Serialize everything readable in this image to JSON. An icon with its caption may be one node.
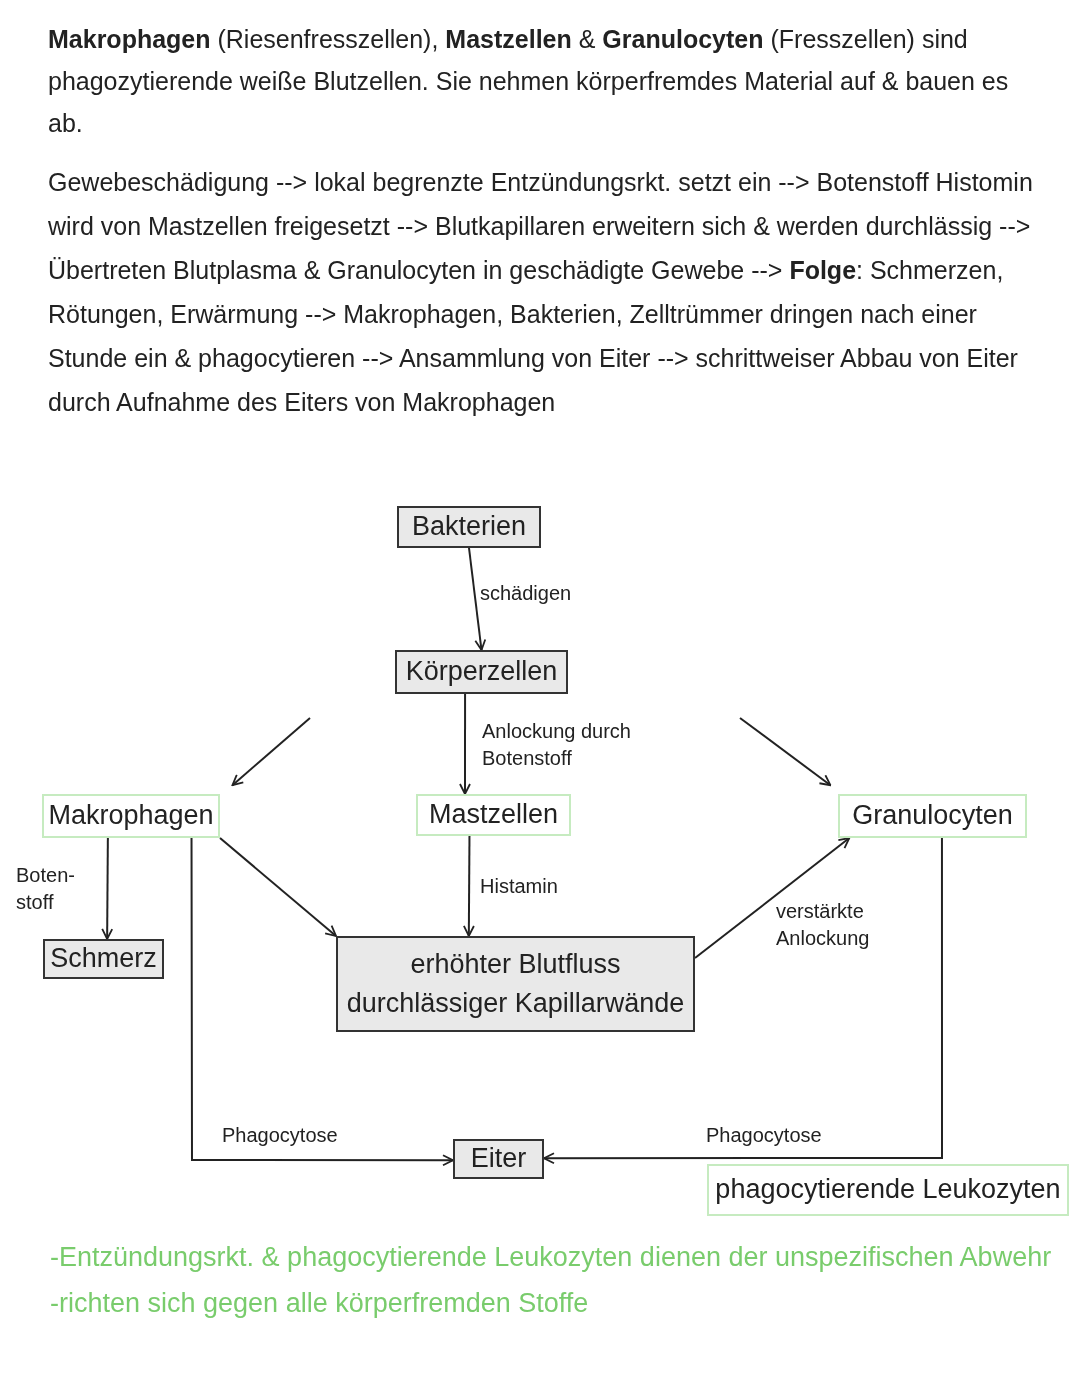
{
  "diagram": {
    "nodes": [
      {
        "text": [
          "Bakterien"
        ]
      },
      {
        "text": [
          "Körperzellen"
        ]
      },
      {
        "text": [
          "Makrophagen"
        ]
      },
      {
        "text": [
          "Mastzellen"
        ]
      },
      {
        "text": [
          "Granulocyten"
        ]
      },
      {
        "text": [
          "Schmerz"
        ]
      },
      {
        "text": [
          "erhöhter Blutfluss",
          "durchlässiger Kapillarwände"
        ]
      },
      {
        "text": [
          "Eiter"
        ]
      },
      {
        "text": [
          "phagocytierende Leukozyten"
        ]
      }
    ],
    "edges": [
      {
        "from": 0,
        "to": 1,
        "arrow": "to",
        "label": "schädigen"
      },
      {
        "from": null,
        "to": 2,
        "arrow": "to"
      },
      {
        "from": 1,
        "to": 3,
        "arrow": "to",
        "label": "Anlockung durch Botenstoff"
      },
      {
        "from": null,
        "to": 4,
        "arrow": "to"
      },
      {
        "from": 2,
        "to": 5,
        "arrow": "to",
        "label": "Boten- stoff"
      },
      {
        "from": 2,
        "to": 6,
        "arrow": "to"
      },
      {
        "from": 3,
        "to": 6,
        "arrow": "to",
        "label": "Histamin"
      },
      {
        "from": 6,
        "to": 4,
        "arrow": "to",
        "label": "verstärkte Anlockung"
      },
      {
        "from": 2,
        "to": 7,
        "arrow": "to",
        "label": "Phagocytose"
      },
      {
        "from": 4,
        "to": 7,
        "arrow": "to",
        "label": "Phagocytose"
      }
    ],
    "labels": [
      "**Makrophagen** (Riesenfresszellen), **Mastzellen** & **Granulocyten** (Fresszellen) sind phagozytierende weiße Blutzellen. Sie nehmen körperfremdes Material auf & bauen es ab.",
      "Gewebeschädigung --> lokal begrenzte Entzündungsrkt. setzt ein --> Botenstoff Histomin wird von Mastzellen freigesetzt --> Blutkapillaren erweitern sich & werden durchlässig --> Übertreten Blutplasma & Granulocyten in geschädigte Gewebe --> **Folge**: Schmerzen, Rötungen, Erwärmung --> Makrophagen, Bakterien, Zelltrümmer dringen nach einer Stunde ein & phagocytieren --> Ansammlung von Eiter --> schrittweiser Abbau von Eiter durch Aufnahme des Eiters von Makrophagen",
      "-Entzündungsrkt. & phagocytierende Leukozyten dienen der unspezifischen Abwehr",
      "-richten sich gegen alle körperfremden Stoffe"
    ]
  }
}
